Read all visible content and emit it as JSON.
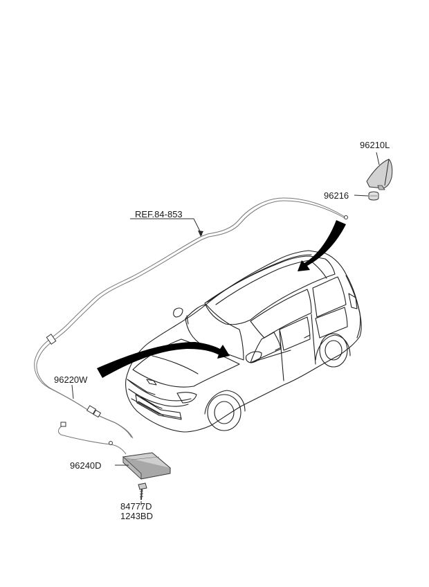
{
  "labels": {
    "shark_fin_antenna": "96210L",
    "antenna_pad": "96216",
    "ref_roof_wiring": "REF.84-853",
    "antenna_cable": "96220W",
    "amplifier_module": "96240D",
    "bolt_1": "84777D",
    "bolt_2": "1243BD"
  },
  "colors": {
    "line": "#2a2a2a",
    "car_fill": "#ffffff",
    "part_gray": "#c8c8c8",
    "callout_fill": "#000000"
  }
}
